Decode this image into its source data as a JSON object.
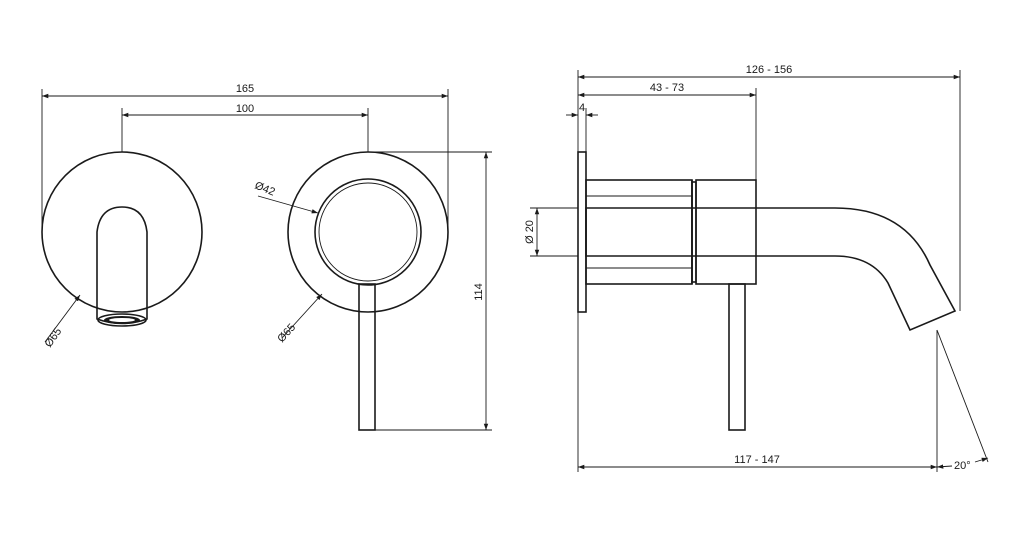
{
  "dimensions": {
    "front_width": "165",
    "front_centers": "100",
    "spout_rosette_dia": "Ø65",
    "valve_rosette_dia": "Ø65",
    "valve_bonnet_dia": "Ø42",
    "front_height": "114",
    "side_total_length": "126 - 156",
    "side_body_length": "43 - 73",
    "side_plate_thickness": "4",
    "side_spout_dia": "Ø 20",
    "side_base_length": "117 - 147",
    "side_angle": "20°"
  }
}
